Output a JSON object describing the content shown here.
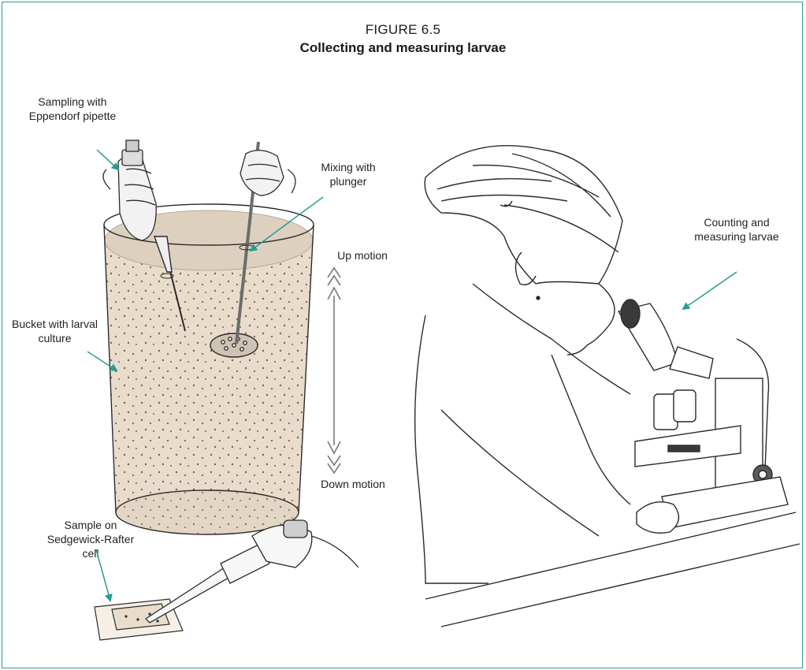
{
  "figure": {
    "number": "FIGURE 6.5",
    "title": "Collecting and measuring larvae"
  },
  "labels": {
    "pipette": "Sampling with Eppendorf pipette",
    "plunger": "Mixing with plunger",
    "up": "Up motion",
    "down": "Down motion",
    "bucket": "Bucket with larval culture",
    "counting": "Counting and measuring larvae",
    "sample": "Sample on Sedgewick-Rafter cell"
  },
  "colors": {
    "frame": "#2a9c92",
    "arrow": "#2a9c92",
    "liquid": "#e9dccb",
    "line": "#2b2b2b"
  }
}
